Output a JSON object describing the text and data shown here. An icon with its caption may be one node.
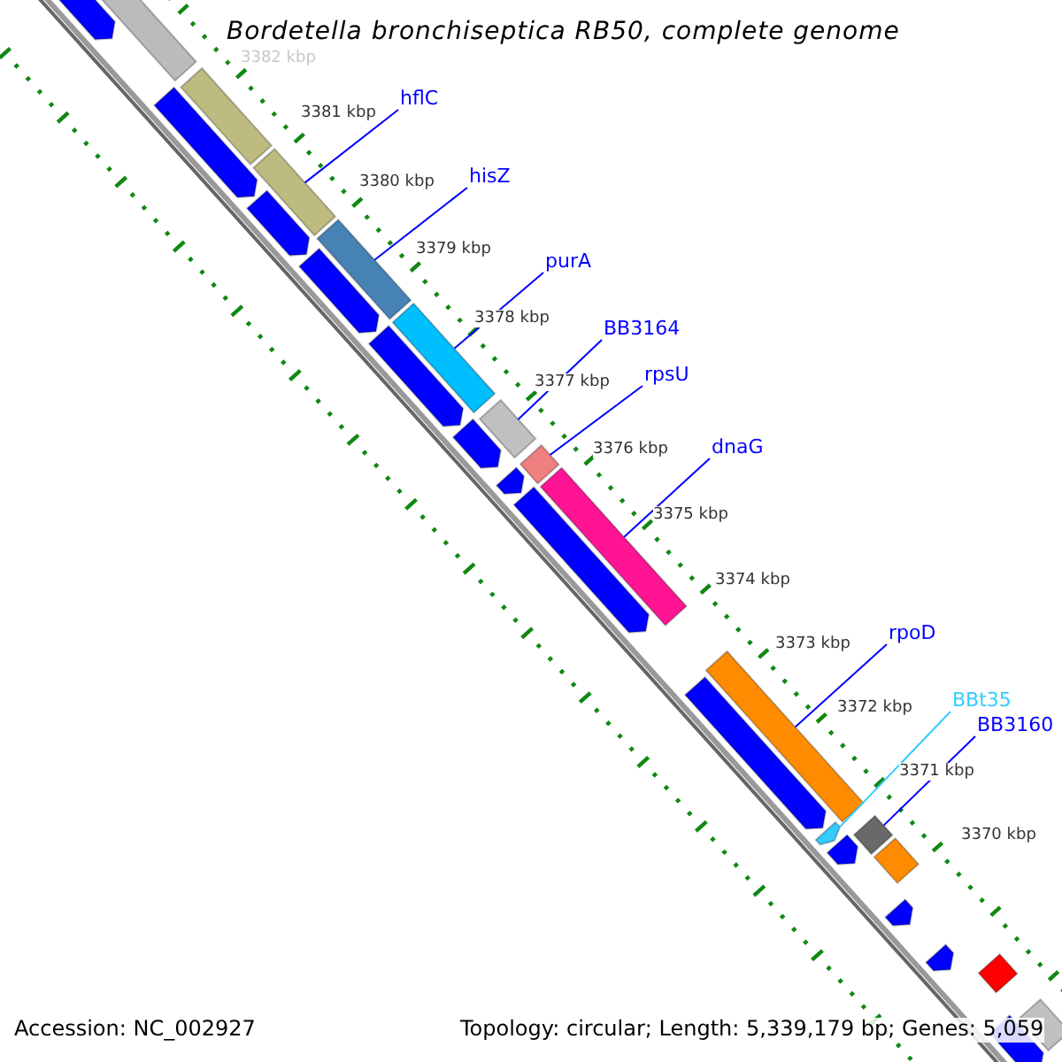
{
  "diagram": {
    "title": "Bordetella bronchiseptica RB50, complete genome",
    "nodes": [
      {
        "text": [
          "hflC"
        ]
      },
      {
        "text": [
          "hisZ"
        ]
      },
      {
        "text": [
          "purA"
        ]
      },
      {
        "text": [
          "BB3164"
        ]
      },
      {
        "text": [
          "rpsU"
        ]
      },
      {
        "text": [
          "dnaG"
        ]
      },
      {
        "text": [
          "rpoD"
        ]
      },
      {
        "text": [
          "BBt35"
        ]
      },
      {
        "text": [
          "BB3160"
        ]
      },
      {
        "text": [],
        "shape": "pentagon"
      },
      {
        "text": [],
        "shape": "bar"
      },
      {
        "text": [],
        "shape": "pentagon"
      },
      {
        "text": [],
        "shape": "bar"
      },
      {
        "text": [],
        "shape": "bar"
      },
      {
        "text": [],
        "shape": "pentagon"
      },
      {
        "text": [],
        "shape": "bar"
      },
      {
        "text": [],
        "shape": "pentagon"
      },
      {
        "text": [],
        "shape": "bar"
      },
      {
        "text": [],
        "shape": "pentagon"
      },
      {
        "text": [],
        "shape": "bar"
      },
      {
        "text": [],
        "shape": "pentagon"
      },
      {
        "text": [],
        "shape": "bar"
      },
      {
        "text": [],
        "shape": "pentagon"
      },
      {
        "text": [],
        "shape": "bar"
      },
      {
        "text": [],
        "shape": "pentagon"
      },
      {
        "text": [],
        "shape": "bar"
      },
      {
        "text": [],
        "shape": "pentagon"
      },
      {
        "text": [],
        "shape": "pentagon"
      },
      {
        "text": [],
        "shape": "bar"
      },
      {
        "text": [],
        "shape": "pentagon"
      },
      {
        "text": [],
        "shape": "bar"
      },
      {
        "text": [],
        "shape": "pentagon"
      },
      {
        "text": [],
        "shape": "pentagon"
      },
      {
        "text": [],
        "shape": "bar"
      },
      {
        "text": [],
        "shape": "bar"
      },
      {
        "text": [],
        "shape": "pentagon"
      }
    ],
    "edges": [
      {
        "from": 0,
        "to": 13,
        "arrow": "none"
      },
      {
        "from": 1,
        "to": 15,
        "arrow": "none"
      },
      {
        "from": 2,
        "to": 17,
        "arrow": "none"
      },
      {
        "from": 3,
        "to": 19,
        "arrow": "none"
      },
      {
        "from": 4,
        "to": 21,
        "arrow": "none"
      },
      {
        "from": 5,
        "to": 23,
        "arrow": "none"
      },
      {
        "from": 6,
        "to": 25,
        "arrow": "none"
      },
      {
        "from": 7,
        "to": 27,
        "arrow": "none",
        "color": "#33ccff"
      },
      {
        "from": 8,
        "to": 28,
        "arrow": "none"
      }
    ],
    "labels": [
      "3382 kbp",
      "3381 kbp",
      "3380 kbp",
      "3379 kbp",
      "3378 kbp",
      "3377 kbp",
      "3376 kbp",
      "3375 kbp",
      "3374 kbp",
      "3373 kbp",
      "3372 kbp",
      "3371 kbp",
      "3370 kbp",
      "Accession: NC_002927",
      "Topology: circular; Length: 5,339,179 bp; Genes: 5,059"
    ]
  }
}
